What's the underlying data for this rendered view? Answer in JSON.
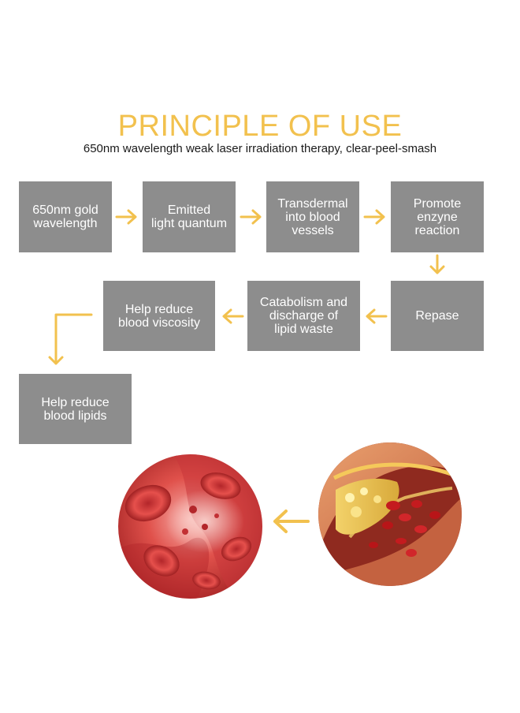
{
  "title": "PRINCIPLE OF USE",
  "subtitle": "650nm wavelength weak laser irradiation therapy, clear-peel-smash",
  "colors": {
    "accent": "#f2c14e",
    "box": "#8d8d8d",
    "box_text": "#ffffff"
  },
  "steps": [
    {
      "label": "650nm gold\nwavelength"
    },
    {
      "label": "Emitted\nlight quantum"
    },
    {
      "label": "Transdermal\ninto blood\nvessels"
    },
    {
      "label": "Promote\nenzyne\nreaction"
    },
    {
      "label": "Repase"
    },
    {
      "label": "Catabolism and\ndischarge of\nlipid waste"
    },
    {
      "label": "Help reduce\nblood viscosity"
    },
    {
      "label": "Help reduce\nblood lipids"
    }
  ],
  "images": {
    "healthy_vessel": "red-blood-cells-illustration",
    "clogged_vessel": "clogged-artery-illustration"
  }
}
